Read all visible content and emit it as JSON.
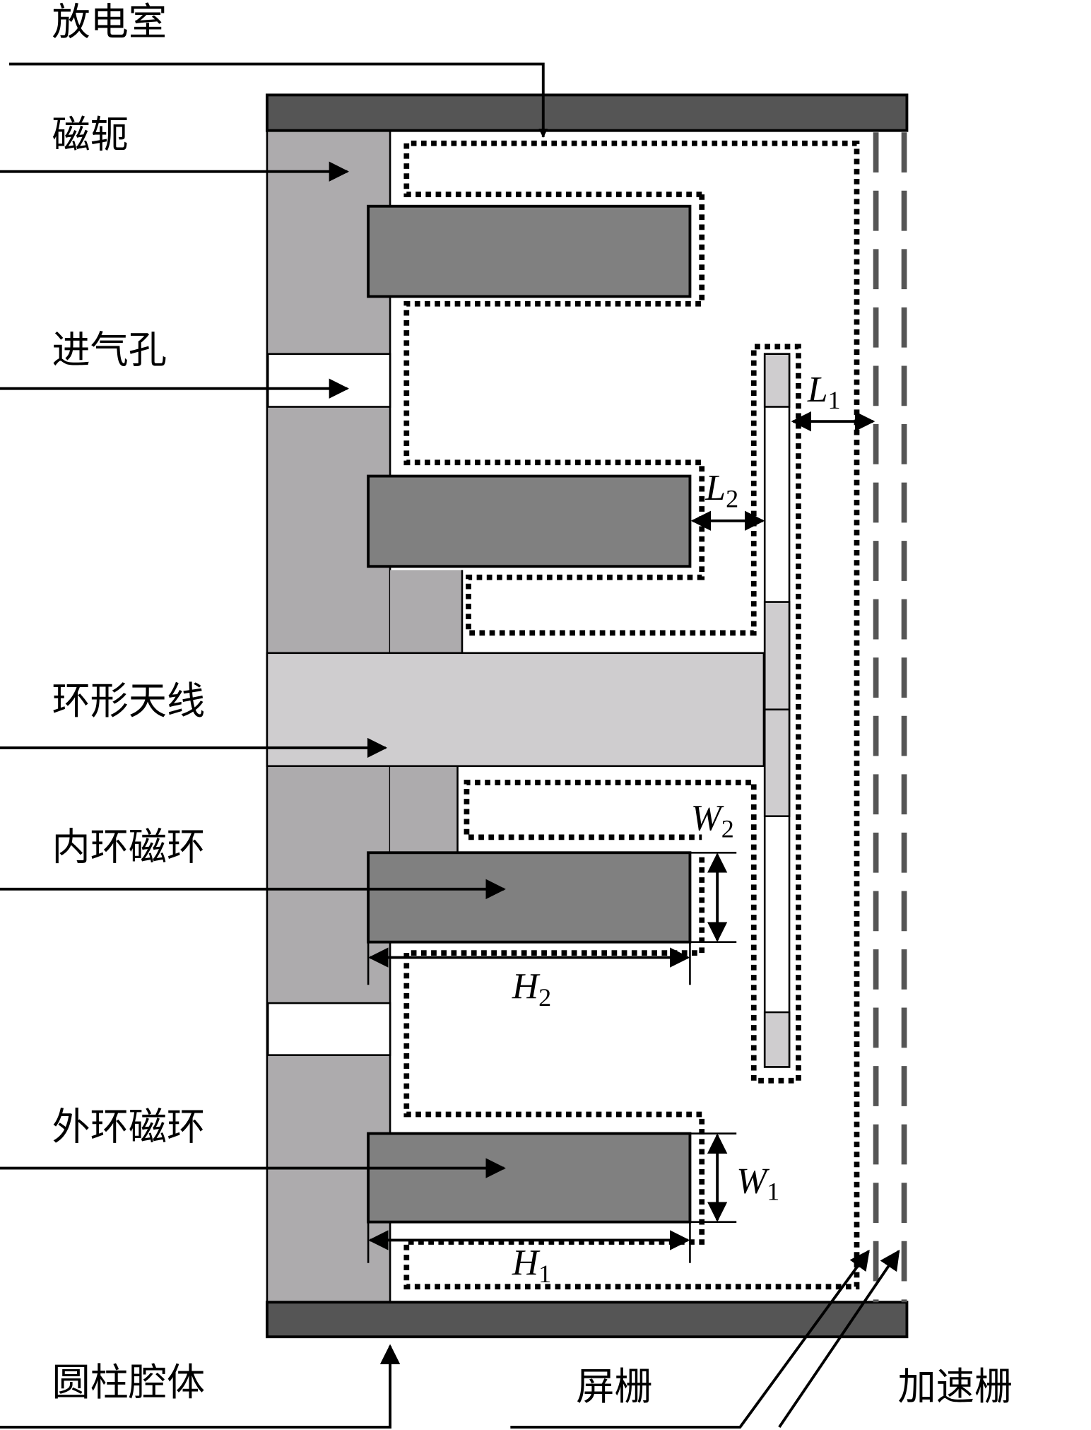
{
  "labels": {
    "discharge_chamber": "放电室",
    "magnetic_yoke": "磁轭",
    "gas_inlet": "进气孔",
    "ring_antenna": "环形天线",
    "inner_magnet_ring": "内环磁环",
    "outer_magnet_ring": "外环磁环",
    "cylindrical_cavity": "圆柱腔体",
    "screen_grid": "屏栅",
    "accel_grid": "加速栅"
  },
  "dimensions": {
    "L1": {
      "sym": "L",
      "sub": "1"
    },
    "L2": {
      "sym": "L",
      "sub": "2"
    },
    "W1": {
      "sym": "W",
      "sub": "1"
    },
    "W2": {
      "sym": "W",
      "sub": "2"
    },
    "H1": {
      "sym": "H",
      "sub": "1"
    },
    "H2": {
      "sym": "H",
      "sub": "2"
    }
  },
  "colors": {
    "wall": "#555555",
    "yoke": "#adabad",
    "magnet": "#808080",
    "antenna": "#cfcdcf",
    "grid": "#555555"
  }
}
